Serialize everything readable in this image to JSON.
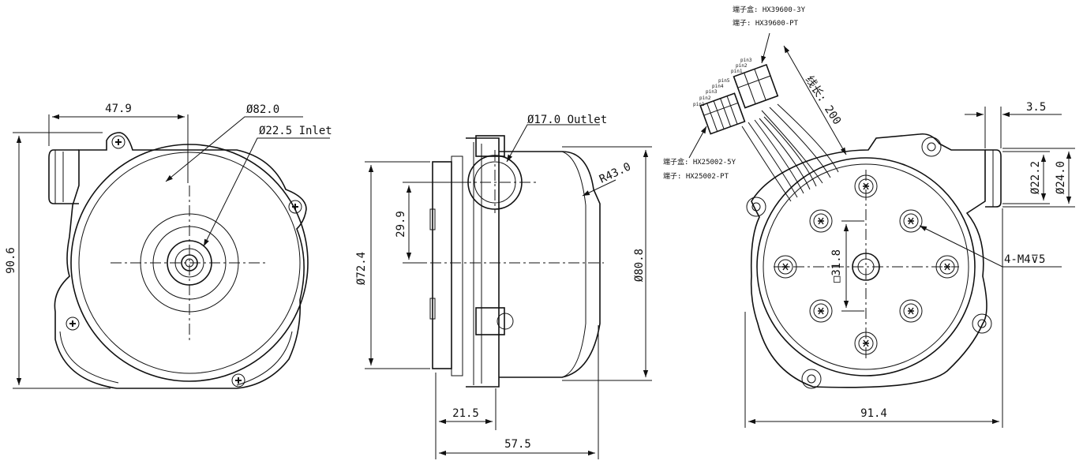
{
  "view_left": {
    "dim_width": "47.9",
    "dim_outer_dia": "Ø82.0",
    "dim_inlet_dia": "Ø22.5 Inlet",
    "dim_height": "90.6"
  },
  "view_middle": {
    "dim_outlet": "Ø17.0 Outlet",
    "dim_radius": "R43.0",
    "dim_offset": "29.9",
    "dim_dia_72": "Ø72.4",
    "dim_dia_80": "Ø80.8",
    "dim_depth": "21.5",
    "dim_length": "57.5"
  },
  "view_right": {
    "connector_a_box": "端子盒: HX39600-3Y",
    "connector_a_terminal": "端子: HX39600-PT",
    "connector_b_box": "端子盒: HX25002-5Y",
    "connector_b_terminal": "端子: HX25002-PT",
    "cable_length": "线长: 200",
    "dim_offset": "3.5",
    "dim_dia_22": "Ø22.2",
    "dim_dia_24": "Ø24.0",
    "dim_square": "□31.8",
    "dim_thread": "4-M4⊽5",
    "dim_width": "91.4",
    "pins_a": [
      "pin1",
      "pin2",
      "pin3"
    ],
    "pins_b": [
      "pin1",
      "pin2",
      "pin3",
      "pin4",
      "pin5"
    ]
  }
}
